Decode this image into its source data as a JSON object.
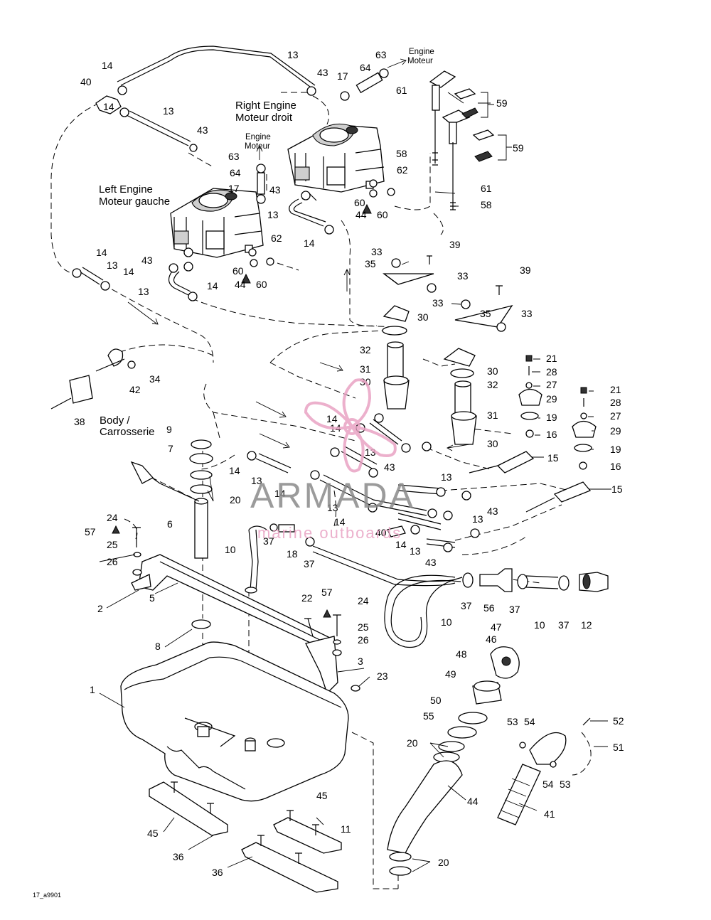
{
  "diagram_id": "17_a9901",
  "captions": {
    "right_engine_en": "Right Engine",
    "right_engine_fr": "Moteur droit",
    "left_engine_en": "Left Engine",
    "left_engine_fr": "Moteur gauche",
    "engine_top_en": "Engine",
    "engine_top_fr": "Moteur",
    "engine_mid_en": "Engine",
    "engine_mid_fr": "Moteur",
    "body_en": "Body /",
    "body_fr": "Carrosserie"
  },
  "watermark": {
    "brand": "ARMADA",
    "tagline": "marine outboards",
    "colors": {
      "pink": "#e9a3c4",
      "gray": "#8a8a8a"
    }
  },
  "callouts": {
    "c13a": "13",
    "c43a": "43",
    "c17a": "17",
    "c64a": "64",
    "c63a": "63",
    "c14a": "14",
    "c40a": "40",
    "c14b": "14",
    "c13b": "13",
    "c43b": "43",
    "c61a": "61",
    "c59a": "59",
    "c59b": "59",
    "c61b": "61",
    "c58a": "58",
    "c58b": "58",
    "c63b": "63",
    "c64b": "64",
    "c17b": "17",
    "c43c": "43",
    "c62a": "62",
    "c60a": "60",
    "c44a": "44",
    "c60b": "60",
    "c13c": "13",
    "c14c": "14",
    "c62b": "62",
    "c60c": "60",
    "c44b": "44",
    "c60d": "60",
    "c14d": "14",
    "c13d": "13",
    "c14e": "14",
    "c43d": "43",
    "c13e": "13",
    "c14f": "14",
    "c33a": "33",
    "c39a": "39",
    "c35a": "35",
    "c33b": "33",
    "c39b": "39",
    "c33c": "33",
    "c33d": "33",
    "c35b": "35",
    "c30a": "30",
    "c32a": "32",
    "c31a": "31",
    "c30b": "30",
    "c30c": "30",
    "c32b": "32",
    "c31b": "31",
    "c30d": "30",
    "c21a": "21",
    "c28a": "28",
    "c27a": "27",
    "c29a": "29",
    "c19a": "19",
    "c16a": "16",
    "c15a": "15",
    "c21b": "21",
    "c28b": "28",
    "c27b": "27",
    "c29b": "29",
    "c19b": "19",
    "c16b": "16",
    "c15b": "15",
    "c34": "34",
    "c42": "42",
    "c38": "38",
    "c9": "9",
    "c7": "7",
    "c20a": "20",
    "c14g": "14",
    "c13f": "13",
    "c14h": "14",
    "c14i": "14",
    "c14j": "14",
    "c13g": "13",
    "c13h": "13",
    "c43e": "43",
    "c13i": "13",
    "c43f": "43",
    "c13j": "13",
    "c14k": "14",
    "c40b": "40",
    "c14l": "14",
    "c13k": "13",
    "c43g": "43",
    "c24a": "24",
    "c57a": "57",
    "c25a": "25",
    "c26a": "26",
    "c6": "6",
    "c2": "2",
    "c5": "5",
    "c10a": "10",
    "c37a": "37",
    "c18": "18",
    "c37b": "37",
    "c8": "8",
    "c22": "22",
    "c57b": "57",
    "c24b": "24",
    "c25b": "25",
    "c26b": "26",
    "c3": "3",
    "c23": "23",
    "c37c": "37",
    "c56": "56",
    "c37d": "37",
    "c10b": "10",
    "c37e": "37",
    "c12": "12",
    "c10c": "10",
    "c47": "47",
    "c46": "46",
    "c48": "48",
    "c49": "49",
    "c50": "50",
    "c55": "55",
    "c20b": "20",
    "c44c": "44",
    "c53a": "53",
    "c54a": "54",
    "c52": "52",
    "c51": "51",
    "c54b": "54",
    "c53b": "53",
    "c41": "41",
    "c1": "1",
    "c45a": "45",
    "c45b": "45",
    "c11": "11",
    "c36a": "36",
    "c36b": "36",
    "c20c": "20"
  }
}
